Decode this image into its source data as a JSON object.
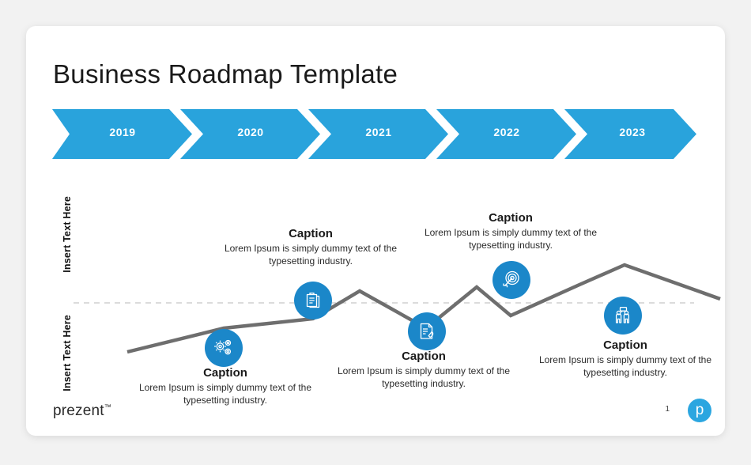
{
  "slide": {
    "title": "Business Roadmap Template"
  },
  "colors": {
    "chevron_blue": "#29a3dc",
    "icon_blue": "#1b87c9",
    "line_gray": "#6e6e6e",
    "baseline_gray": "#cccccc",
    "logo_blue": "#2ba6e0"
  },
  "timeline": {
    "segments": [
      {
        "label": "2019"
      },
      {
        "label": "2020"
      },
      {
        "label": "2021"
      },
      {
        "label": "2022"
      },
      {
        "label": "2023"
      }
    ]
  },
  "axis": {
    "top_label": "Insert Text Here",
    "bottom_label": "Insert Text Here"
  },
  "milestones": [
    {
      "icon": "gears-icon",
      "position": "below",
      "title": "Caption",
      "body": "Lorem Ipsum is simply dummy text of the typesetting industry."
    },
    {
      "icon": "clipboard-icon",
      "position": "above",
      "title": "Caption",
      "body": "Lorem Ipsum is simply dummy text of the typesetting industry."
    },
    {
      "icon": "document-pen-icon",
      "position": "below",
      "title": "Caption",
      "body": "Lorem Ipsum is simply dummy text of the typesetting industry."
    },
    {
      "icon": "target-arrow-icon",
      "position": "above",
      "title": "Caption",
      "body": "Lorem Ipsum is simply dummy text of the typesetting industry."
    },
    {
      "icon": "team-people-icon",
      "position": "below",
      "title": "Caption",
      "body": "Lorem Ipsum is simply dummy text of the typesetting industry."
    }
  ],
  "chart_data": {
    "type": "line",
    "title": "Business Roadmap Template",
    "xlabel": "",
    "ylabel": "Insert Text Here",
    "categories": [
      "2019",
      "2020",
      "2021",
      "2022",
      "2023"
    ],
    "x": [
      130,
      185,
      250,
      363,
      422,
      506,
      570,
      613,
      700,
      757,
      830,
      878
    ],
    "values": [
      -52,
      -30,
      -14,
      8,
      22,
      -6,
      10,
      -16,
      18,
      40,
      24,
      12
    ],
    "baseline": 0,
    "grid": "dashed-baseline-only",
    "legend": "none",
    "series": [
      {
        "name": "roadmap-trend",
        "points": [
          {
            "x": 130,
            "y": 412
          },
          {
            "x": 250,
            "y": 382
          },
          {
            "x": 252,
            "y": 382
          },
          {
            "x": 363,
            "y": 370
          },
          {
            "x": 422,
            "y": 352
          },
          {
            "x": 506,
            "y": 381
          },
          {
            "x": 570,
            "y": 351
          },
          {
            "x": 613,
            "y": 367
          },
          {
            "x": 700,
            "y": 340
          },
          {
            "x": 757,
            "y": 316
          },
          {
            "x": 878,
            "y": 344
          }
        ]
      }
    ]
  },
  "footer": {
    "brand": "prezent",
    "brand_tm": "™",
    "page_number": "1",
    "logo_letter": "p"
  }
}
